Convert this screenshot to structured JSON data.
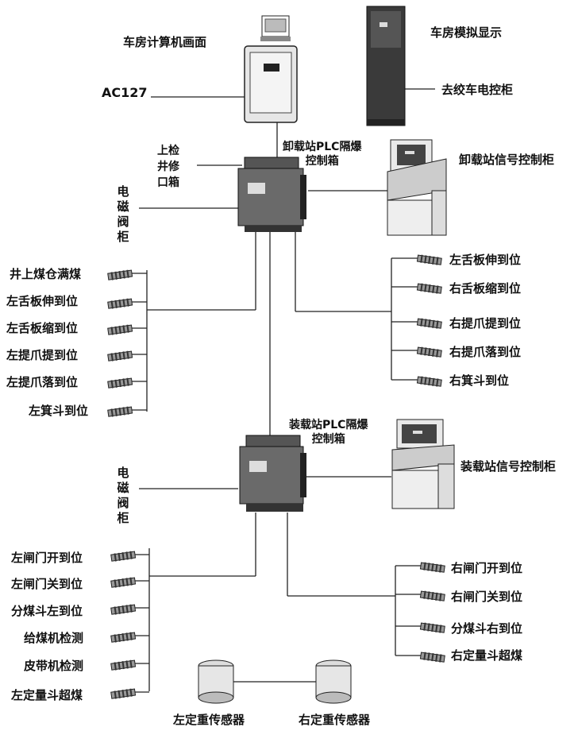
{
  "top": {
    "computer_screen": "车房计算机画面",
    "ac127": "AC127",
    "winch_sim": "车房模拟显示",
    "winch_cabinet": "去绞车电控柜"
  },
  "unload": {
    "plc_box": "卸载站PLC隔爆\n控制箱",
    "repair_box": "上检\n井修\n口箱",
    "valve_cabinet": "电磁阀柜",
    "signal_cabinet": "卸载站信号控制柜",
    "left_sensors": [
      "井上煤仓满煤",
      "左舌板伸到位",
      "左舌板缩到位",
      "左提爪提到位",
      "左提爪落到位",
      "左箕斗到位"
    ],
    "right_sensors": [
      "左舌板伸到位",
      "右舌板缩到位",
      "右提爪提到位",
      "右提爪落到位",
      "右箕斗到位"
    ]
  },
  "load": {
    "plc_box": "装载站PLC隔爆\n控制箱",
    "valve_cabinet": "电磁阀柜",
    "signal_cabinet": "装载站信号控制柜",
    "left_sensors": [
      "左闸门开到位",
      "左闸门关到位",
      "分煤斗左到位",
      "给煤机检测",
      "皮带机检测",
      "左定量斗超煤"
    ],
    "right_sensors": [
      "右闸门开到位",
      "右闸门关到位",
      "分煤斗右到位",
      "右定量斗超煤"
    ]
  },
  "bottom": {
    "left_weight": "左定重传感器",
    "right_weight": "右定重传感器"
  }
}
